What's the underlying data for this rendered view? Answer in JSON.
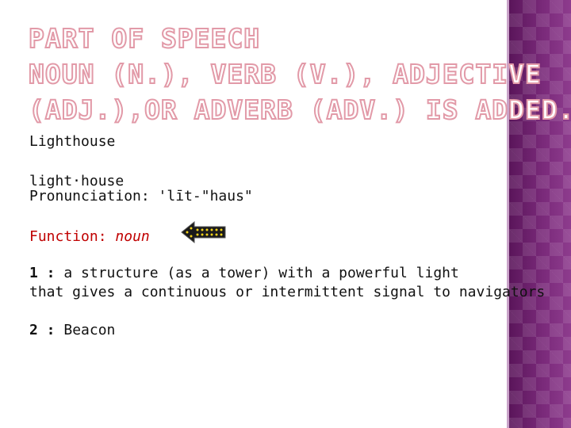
{
  "title": {
    "line1": "PART OF SPEECH",
    "line2": "NOUN (N.), VERB (V.), ADJECTIVE",
    "line3": "(ADJ.),OR ADVERB (ADV.) IS ADDED."
  },
  "entry": {
    "word": "Lighthouse",
    "syllables": "light·house",
    "pronunciation": "Pronunciation: 'līt-\"haus\"",
    "function_label": "Function:",
    "function_value": "noun",
    "def1_number": "1 :",
    "def1_line1": "a structure (as a tower) with a powerful light",
    "def1_line2": "that gives a continuous or intermittent signal to navigators",
    "def2_number": "2 :",
    "def2_text": "Beacon"
  },
  "icons": {
    "arrow": "marquee-left-arrow-icon"
  },
  "colors": {
    "title_outline": "#e29aa8",
    "function_text": "#c00000",
    "side_band": "#6b1d6b",
    "arrow_lights": "#f2d21a"
  }
}
